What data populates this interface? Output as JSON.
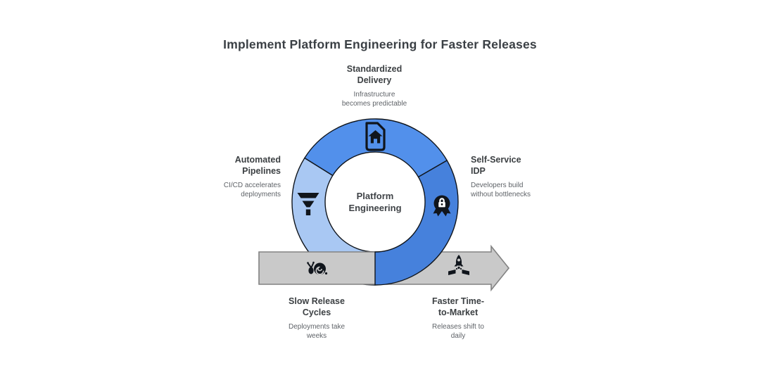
{
  "title": "Implement Platform Engineering for Faster Releases",
  "center_label": "Platform\nEngineering",
  "nodes": {
    "top": {
      "label": "Standardized\nDelivery",
      "desc": "Infrastructure\nbecomes predictable",
      "icon": "home-document-icon"
    },
    "left": {
      "label": "Automated\nPipelines",
      "desc": "CI/CD accelerates\ndeployments",
      "icon": "filter-icon"
    },
    "right": {
      "label": "Self-Service\nIDP",
      "desc": "Developers build\nwithout bottlenecks",
      "icon": "badge-lock-icon"
    },
    "bottom_left": {
      "label": "Slow Release\nCycles",
      "desc": "Deployments take\nweeks",
      "icon": "snail-icon"
    },
    "bottom_right": {
      "label": "Faster Time-\nto-Market",
      "desc": "Releases shift to\ndaily",
      "icon": "rocket-launch-icon"
    }
  },
  "colors": {
    "segment_top": "#5290EB",
    "segment_left": "#A9C8F3",
    "segment_right": "#4681DC",
    "arrow_fill": "#C9C9C9",
    "arrow_stroke": "#828282",
    "outline": "#10151C",
    "icon": "#10151C",
    "title_text": "#3B4045",
    "label_text": "#3C4043",
    "desc_text": "#5F6368"
  }
}
